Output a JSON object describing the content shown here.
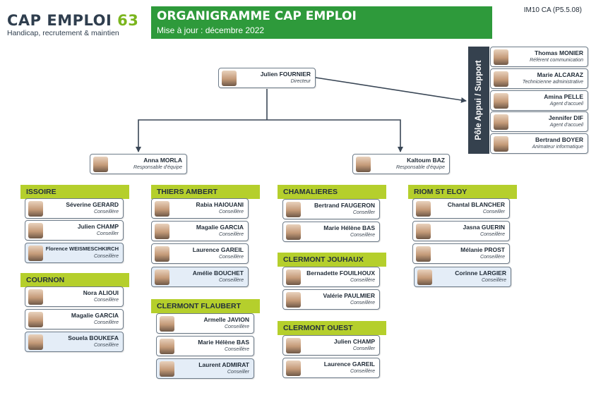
{
  "logo": {
    "brand": "CAP EMPLOI",
    "number": "63",
    "tagline": "Handicap, recrutement & maintien"
  },
  "header": {
    "title": "ORGANIGRAMME CAP EMPLOI",
    "subtitle": "Mise à jour : décembre 2022",
    "doc_ref": "IM10 CA (P5.5.08)"
  },
  "director": {
    "name": "Julien FOURNIER",
    "role": "Directeur"
  },
  "team_leads": [
    {
      "name": "Anna MORLA",
      "role": "Responsable d'équipe"
    },
    {
      "name": "Kaltoum BAZ",
      "role": "Responsable d'équipe"
    }
  ],
  "pole": {
    "label": "Pôle Appui / Support",
    "members": [
      {
        "name": "Thomas MONIER",
        "role": "Référent communication"
      },
      {
        "name": "Marie ALCARAZ",
        "role": "Technicienne administrative"
      },
      {
        "name": "Amina PELLE",
        "role": "Agent d'accueil"
      },
      {
        "name": "Jennifer DIF",
        "role": "Agent d'accueil"
      },
      {
        "name": "Bertrand BOYER",
        "role": "Animateur informatique"
      }
    ]
  },
  "groups": [
    {
      "title": "ISSOIRE",
      "members": [
        {
          "name": "Séverine GERARD",
          "role": "Conseillère"
        },
        {
          "name": "Julien CHAMP",
          "role": "Conseiller"
        },
        {
          "name": "Florence WEISMESCHKIRCH",
          "role": "Conseillère"
        }
      ]
    },
    {
      "title": "COURNON",
      "members": [
        {
          "name": "Nora ALIOUI",
          "role": "Conseillère"
        },
        {
          "name": "Magalie GARCIA",
          "role": "Conseillère"
        },
        {
          "name": "Souela BOUKEFA",
          "role": "Conseillère"
        }
      ]
    },
    {
      "title": "THIERS AMBERT",
      "members": [
        {
          "name": "Rabia HAIOUANI",
          "role": "Conseillère"
        },
        {
          "name": "Magalie GARCIA",
          "role": "Conseillère"
        },
        {
          "name": "Laurence GAREIL",
          "role": "Conseillère"
        },
        {
          "name": "Amélie BOUCHET",
          "role": "Conseillère"
        }
      ]
    },
    {
      "title": "CLERMONT FLAUBERT",
      "members": [
        {
          "name": "Armelle JAVION",
          "role": "Conseillère"
        },
        {
          "name": "Marie Hélène BAS",
          "role": "Conseillère"
        },
        {
          "name": "Laurent ADMIRAT",
          "role": "Conseiller"
        }
      ]
    },
    {
      "title": "CHAMALIERES",
      "members": [
        {
          "name": "Bertrand FAUGERON",
          "role": "Conseiller"
        },
        {
          "name": "Marie Hélène BAS",
          "role": "Conseillère"
        }
      ]
    },
    {
      "title": "CLERMONT JOUHAUX",
      "members": [
        {
          "name": "Bernadette FOUILHOUX",
          "role": "Conseillère"
        },
        {
          "name": "Valérie PAULMIER",
          "role": "Conseillère"
        }
      ]
    },
    {
      "title": "CLERMONT OUEST",
      "members": [
        {
          "name": "Julien CHAMP",
          "role": "Conseiller"
        },
        {
          "name": "Laurence GAREIL",
          "role": "Conseillère"
        }
      ]
    },
    {
      "title": "RIOM ST ELOY",
      "members": [
        {
          "name": "Chantal BLANCHER",
          "role": "Conseiller"
        },
        {
          "name": "Jasna GUERIN",
          "role": "Conseillère"
        },
        {
          "name": "Mélanie PROST",
          "role": "Conseillère"
        },
        {
          "name": "Corinne LARGIER",
          "role": "Conseillère"
        }
      ]
    }
  ]
}
